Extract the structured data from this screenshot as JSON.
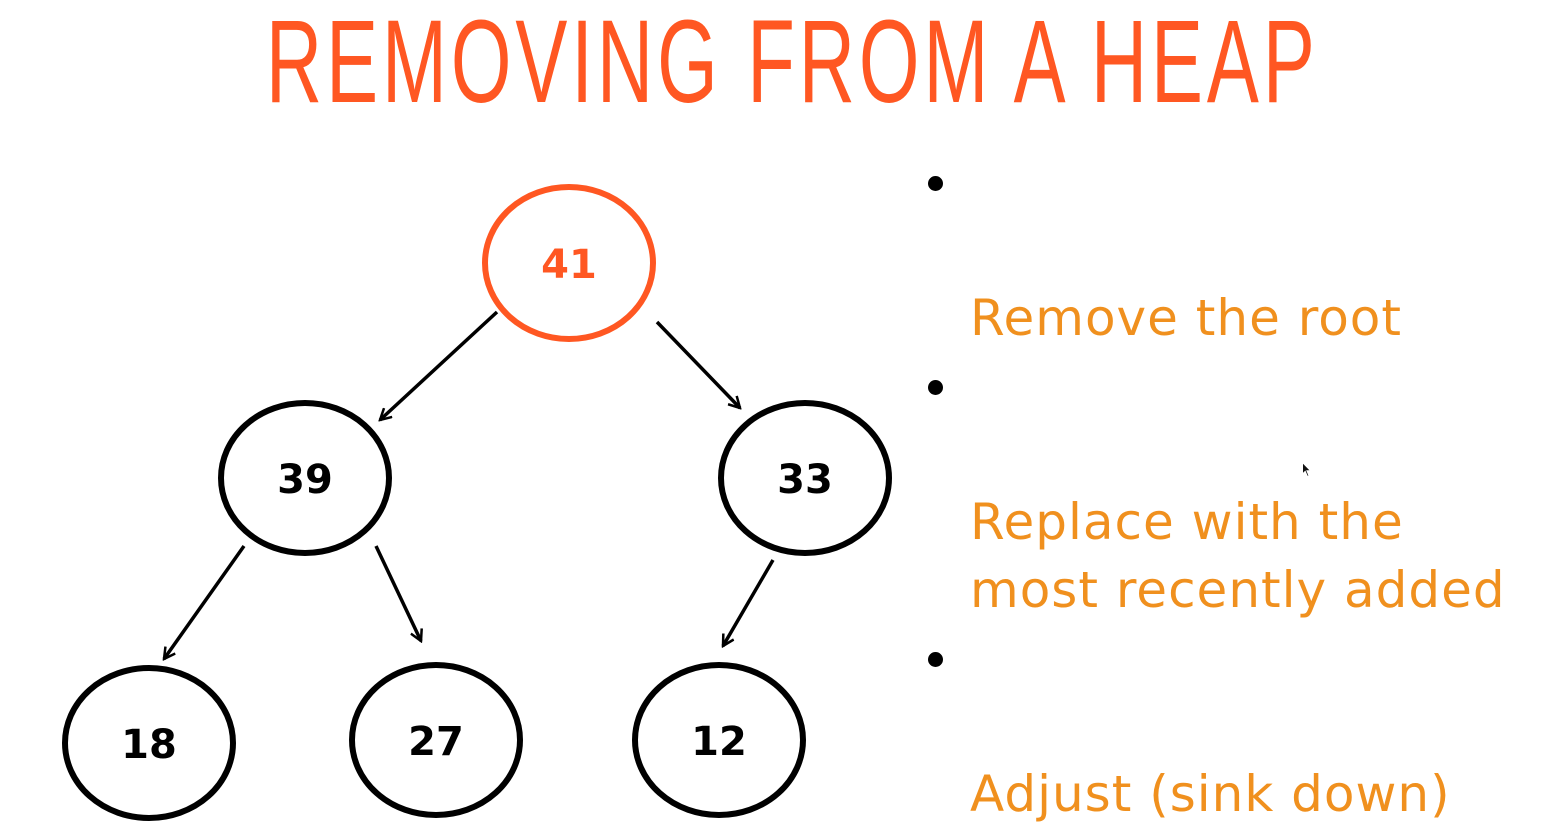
{
  "title": "REMOVING FROM A HEAP",
  "colors": {
    "title": "#ff5722",
    "root_node": "#ff5722",
    "node": "#000000",
    "bullets": "#f0901e",
    "background": "#ffffff"
  },
  "heap": {
    "nodes": [
      {
        "id": "n0",
        "value": "41",
        "highlighted": true
      },
      {
        "id": "n1",
        "value": "39",
        "highlighted": false
      },
      {
        "id": "n2",
        "value": "33",
        "highlighted": false
      },
      {
        "id": "n3",
        "value": "18",
        "highlighted": false
      },
      {
        "id": "n4",
        "value": "27",
        "highlighted": false
      },
      {
        "id": "n5",
        "value": "12",
        "highlighted": false
      }
    ],
    "edges": [
      {
        "from": "n0",
        "to": "n1"
      },
      {
        "from": "n0",
        "to": "n2"
      },
      {
        "from": "n1",
        "to": "n3"
      },
      {
        "from": "n1",
        "to": "n4"
      },
      {
        "from": "n2",
        "to": "n5"
      }
    ]
  },
  "bullets": [
    "Remove the root",
    "Replace with the\nmost recently added",
    "Adjust (sink down)"
  ],
  "cursor_icon": "mouse-pointer-icon"
}
